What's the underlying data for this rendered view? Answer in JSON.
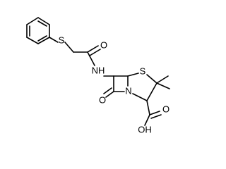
{
  "structure": {
    "atom_labels": {
      "oxygen_amide": "O",
      "nitrogen_amide": "NH",
      "sulfur_thioether": "S",
      "sulfur_ring": "S",
      "nitrogen_ring": "N",
      "oxygen_lactam": "O",
      "hydroxyl_acid": "OH",
      "oxygen_acid": "O"
    },
    "bond_color": "#000000",
    "label_color": "#000000",
    "background": "#ffffff"
  }
}
